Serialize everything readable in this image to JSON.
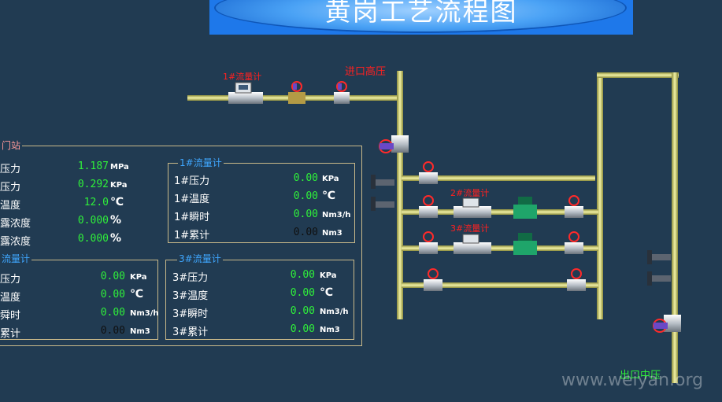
{
  "header": {
    "title": "黄岗工艺流程图"
  },
  "diagram": {
    "flowmeter1_label": "1#流量计",
    "flowmeter2_label": "2#流量计",
    "flowmeter3_label": "3#流量计",
    "inlet_label": "进口高压",
    "outlet_label": "出口中压"
  },
  "station_panel": {
    "title": "门站",
    "rows": [
      {
        "label": "压力",
        "value": "1.187",
        "unit": "MPa"
      },
      {
        "label": "压力",
        "value": "0.292",
        "unit": "KPa"
      },
      {
        "label": "温度",
        "value": "12.0",
        "unit": "℃"
      },
      {
        "label": "露浓度",
        "value": "0.000",
        "unit": "%"
      },
      {
        "label": "露浓度",
        "value": "0.000",
        "unit": "%"
      }
    ]
  },
  "fm1_panel": {
    "title": "1#流量计",
    "rows": [
      {
        "label": "1#压力",
        "value": "0.00",
        "unit": "KPa"
      },
      {
        "label": "1#温度",
        "value": "0.00",
        "unit": "℃"
      },
      {
        "label": "1#瞬时",
        "value": "0.00",
        "unit": "Nm3/h"
      },
      {
        "label": "1#累计",
        "value": "0.00",
        "unit": "Nm3"
      }
    ]
  },
  "fm2_panel": {
    "title": "流量计",
    "rows": [
      {
        "label": "压力",
        "value": "0.00",
        "unit": "KPa"
      },
      {
        "label": "温度",
        "value": "0.00",
        "unit": "℃"
      },
      {
        "label": "舜时",
        "value": "0.00",
        "unit": "Nm3/h"
      },
      {
        "label": "累计",
        "value": "0.00",
        "unit": "Nm3"
      }
    ]
  },
  "fm3_panel": {
    "title": "3#流量计",
    "rows": [
      {
        "label": "3#压力",
        "value": "0.00",
        "unit": "KPa"
      },
      {
        "label": "3#温度",
        "value": "0.00",
        "unit": "℃"
      },
      {
        "label": "3#瞬时",
        "value": "0.00",
        "unit": "Nm3/h"
      },
      {
        "label": "3#累计",
        "value": "0.00",
        "unit": "Nm3"
      }
    ]
  },
  "watermark": "www.weiyan.org",
  "colors": {
    "background": "#213b52",
    "pipe": "#c8c86a",
    "value": "#2ff03a",
    "label_red": "#ff2020",
    "panel_border": "#c9b98a"
  }
}
